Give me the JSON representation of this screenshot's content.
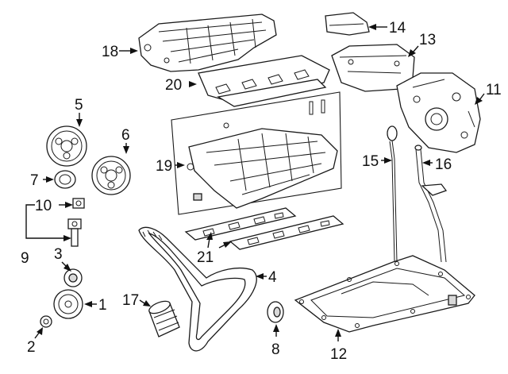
{
  "diagram": {
    "background": "#ffffff",
    "line_color": "#111111",
    "callouts": [
      "1",
      "2",
      "3",
      "4",
      "5",
      "6",
      "7",
      "8",
      "9",
      "10",
      "11",
      "12",
      "13",
      "14",
      "15",
      "16",
      "17",
      "18",
      "19",
      "20",
      "21"
    ]
  }
}
